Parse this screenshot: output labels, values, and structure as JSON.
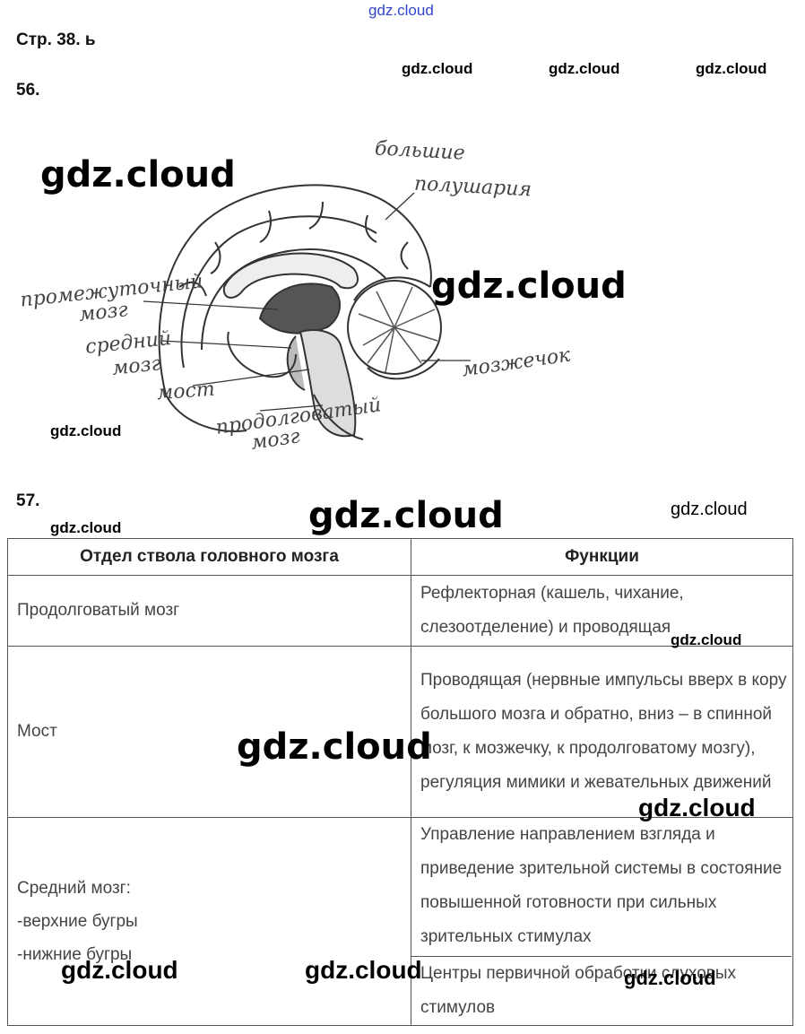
{
  "watermark": "gdz.cloud",
  "page_ref": "Стр. 38. ь",
  "task56": {
    "number": "56.",
    "labels": {
      "hemispheres_1": "большие",
      "hemispheres_2": "полушария",
      "forebrain_1": "промежуточный",
      "forebrain_2": "мозг",
      "midbrain_1": "средний",
      "midbrain_2": "мозг",
      "pons": "мост",
      "medulla_1": "продолговатый",
      "medulla_2": "мозг",
      "cerebellum": "мозжечок"
    }
  },
  "task57": {
    "number": "57.",
    "headers": [
      "Отдел ствола головного мозга",
      "Функции"
    ],
    "rows": [
      {
        "section": "Продолговатый мозг",
        "functions": [
          "Рефлекторная (кашель, чихание, слезоотделение) и проводящая"
        ]
      },
      {
        "section": "Мост",
        "functions": [
          "Проводящая (нервные импульсы вверх в кору большого мозга и обратно, вниз – в спинной мозг, к мозжечку, к продолговатому мозгу), регуляция мимики и жевательных движений"
        ]
      },
      {
        "section_title": "Средний мозг:",
        "section_items": [
          "-верхние бугры",
          "-нижние бугры"
        ],
        "functions": [
          "Управление направлением взгляда и приведение зрительной системы в состояние повышенной готовности при сильных зрительных стимулах",
          "Центры первичной обработки слуховых стимулов"
        ]
      }
    ]
  }
}
